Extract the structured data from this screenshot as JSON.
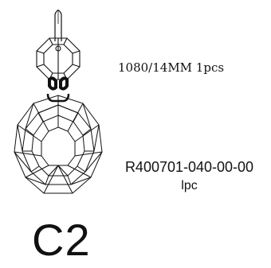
{
  "drawing": {
    "upper_component_label": "1080/14MM 1pcs",
    "part_number": "R400701-040-00-00",
    "part_quantity": "lpc",
    "code": "C2",
    "line_color": "#111111",
    "background_color": "#ffffff"
  }
}
